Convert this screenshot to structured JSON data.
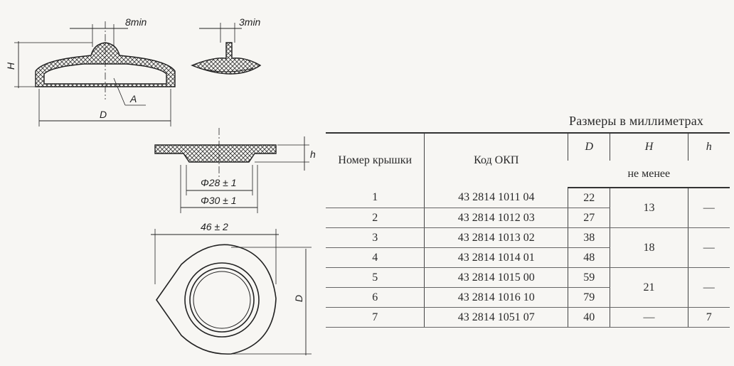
{
  "drawing": {
    "labels": {
      "dim_8min": "8min",
      "dim_3min": "3min",
      "dim_H": "H",
      "dim_D_top": "D",
      "dim_A": "A",
      "dim_h": "h",
      "dim_28": "Φ28 ± 1",
      "dim_30": "Φ30 ± 1",
      "dim_46": "46 ± 2",
      "dim_D_bottom": "D"
    }
  },
  "table": {
    "caption": "Размеры в миллиметрах",
    "headers": {
      "number": "Номер крышки",
      "code": "Код ОКП",
      "D": "D",
      "H": "H",
      "h": "h",
      "subheader": "не менее"
    },
    "rows": [
      {
        "number": "1",
        "code": "43 2814 1011 04",
        "D": "22"
      },
      {
        "number": "2",
        "code": "43 2814 1012 03",
        "D": "27"
      },
      {
        "number": "3",
        "code": "43 2814 1013 02",
        "D": "38"
      },
      {
        "number": "4",
        "code": "43 2814 1014 01",
        "D": "48"
      },
      {
        "number": "5",
        "code": "43 2814 1015 00",
        "D": "59"
      },
      {
        "number": "6",
        "code": "43 2814 1016 10",
        "D": "79"
      },
      {
        "number": "7",
        "code": "43 2814 1051 07",
        "D": "40"
      }
    ],
    "H_groups": [
      "13",
      "18",
      "21",
      "—"
    ],
    "h_groups": [
      "—",
      "—",
      "—",
      "7"
    ]
  }
}
